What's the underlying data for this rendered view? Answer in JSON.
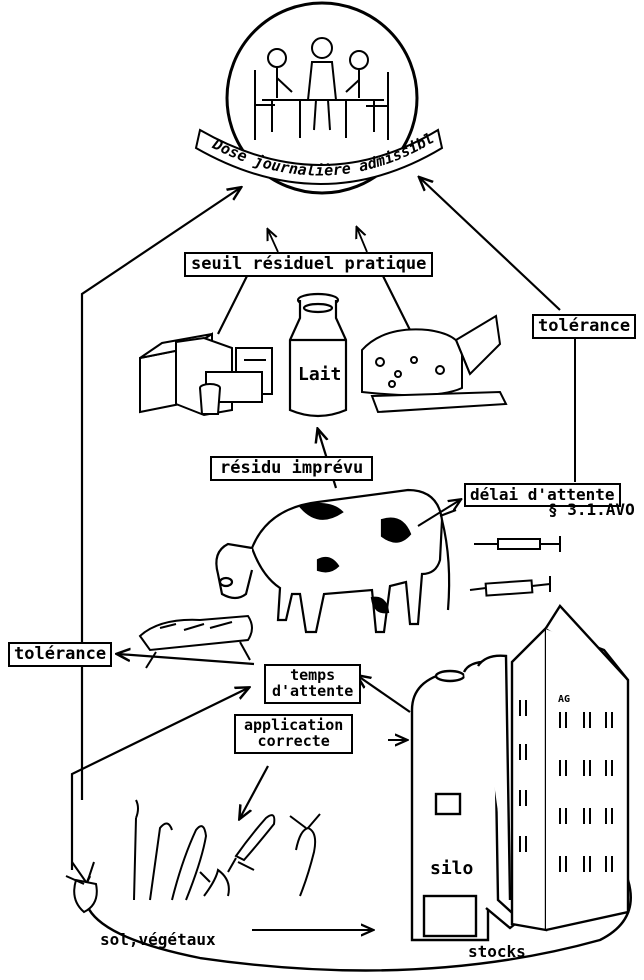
{
  "labels": {
    "adi": "Dose journalière admissible",
    "seuil": "seuil résiduel pratique",
    "tolerance_right": "tolérance",
    "lait": "Lait",
    "residu": "résidu imprévu",
    "delai_line1": "délai d'attente",
    "delai_line2": "§ 3.1.AVO",
    "tolerance_left": "tolérance",
    "temps_line1": "temps",
    "temps_line2": "d'attente",
    "application_line1": "application",
    "application_line2": "correcte",
    "silo": "silo",
    "sol": "sol,végétaux",
    "stocks": "stocks",
    "building_mark": "AG"
  }
}
